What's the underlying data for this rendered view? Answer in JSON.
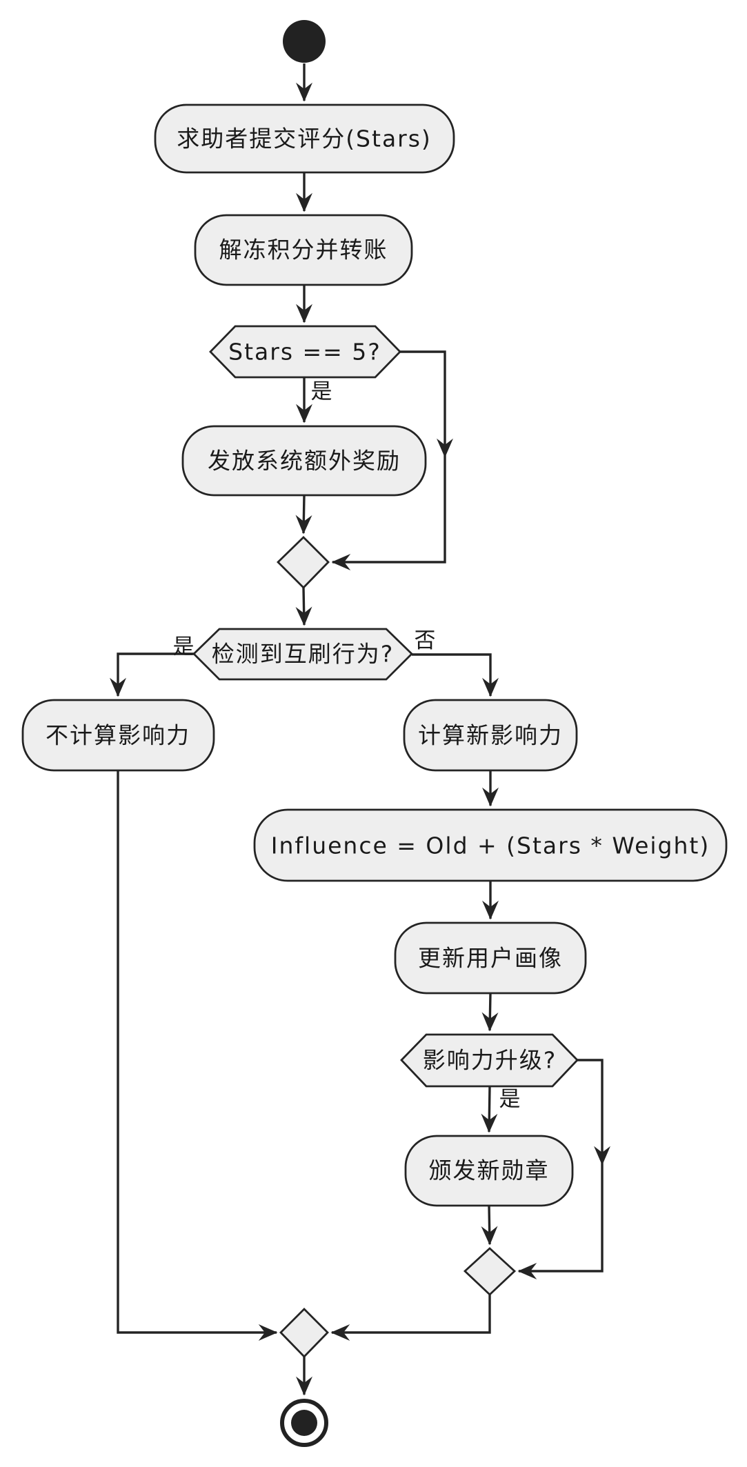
{
  "diagram": {
    "type": "activity-flowchart",
    "background_color": "#ffffff",
    "node_fill_color": "#eeeeee",
    "node_border_color": "#242424",
    "edge_color": "#242424",
    "text_color": "#1a1a1a",
    "nodes": {
      "start": {
        "kind": "start-circle"
      },
      "submit_rating": {
        "kind": "activity",
        "label": "求助者提交评分(Stars)"
      },
      "unfreeze_points": {
        "kind": "activity",
        "label": "解冻积分并转账"
      },
      "stars_equals_5": {
        "kind": "decision",
        "label": "Stars == 5?"
      },
      "grant_bonus": {
        "kind": "activity",
        "label": "发放系统额外奖励"
      },
      "merge_after_bonus": {
        "kind": "merge-diamond"
      },
      "fraud_check": {
        "kind": "decision",
        "label": "检测到互刷行为?"
      },
      "skip_influence": {
        "kind": "activity",
        "label": "不计算影响力"
      },
      "calc_influence": {
        "kind": "activity",
        "label": "计算新影响力"
      },
      "influence_formula": {
        "kind": "activity",
        "label": "Influence = Old + (Stars * Weight)"
      },
      "update_profile": {
        "kind": "activity",
        "label": "更新用户画像"
      },
      "influence_upgrade": {
        "kind": "decision",
        "label": "影响力升级?"
      },
      "issue_badge": {
        "kind": "activity",
        "label": "颁发新勋章"
      },
      "merge_after_badge": {
        "kind": "merge-diamond"
      },
      "final_merge": {
        "kind": "merge-diamond"
      },
      "end": {
        "kind": "end-circle"
      }
    },
    "edge_labels": {
      "stars_yes": "是",
      "fraud_yes": "是",
      "fraud_no": "否",
      "upgrade_yes": "是"
    }
  }
}
